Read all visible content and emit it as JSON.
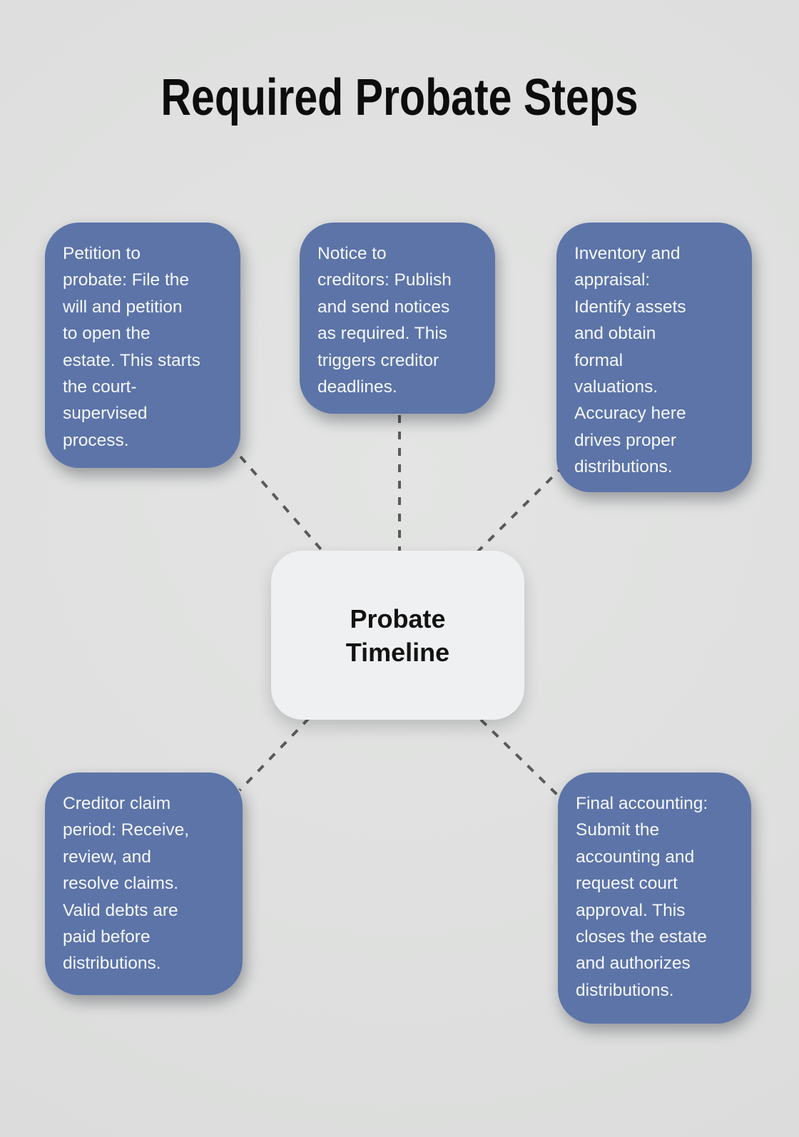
{
  "title": "Required Probate Steps",
  "center_node": {
    "label": "Probate\nTimeline"
  },
  "nodes": [
    {
      "id": "petition",
      "text": "Petition to\nprobate: File the\nwill and petition\nto open the\nestate. This starts\nthe court-\nsupervised\nprocess."
    },
    {
      "id": "notice",
      "text": "Notice to\ncreditors: Publish\nand send notices\nas required. This\ntriggers creditor\ndeadlines."
    },
    {
      "id": "inventory",
      "text": "Inventory and\nappraisal:\nIdentify assets\nand obtain\nformal\nvaluations.\nAccuracy here\ndrives proper\ndistributions."
    },
    {
      "id": "creditor_claim",
      "text": "Creditor claim\nperiod: Receive,\nreview, and\nresolve claims.\nValid debts are\npaid before\ndistributions."
    },
    {
      "id": "final_accounting",
      "text": "Final accounting:\nSubmit the\naccounting and\nrequest court\napproval. This\ncloses the estate\nand authorizes\ndistributions."
    }
  ],
  "colors": {
    "background": "#e0e1e0",
    "node_fill": "#5c74a8",
    "node_text": "#f7f8fa",
    "center_fill": "#eff0f1",
    "center_text": "#131313",
    "connector": "#595a5a",
    "title_text": "#0d0d0d"
  }
}
